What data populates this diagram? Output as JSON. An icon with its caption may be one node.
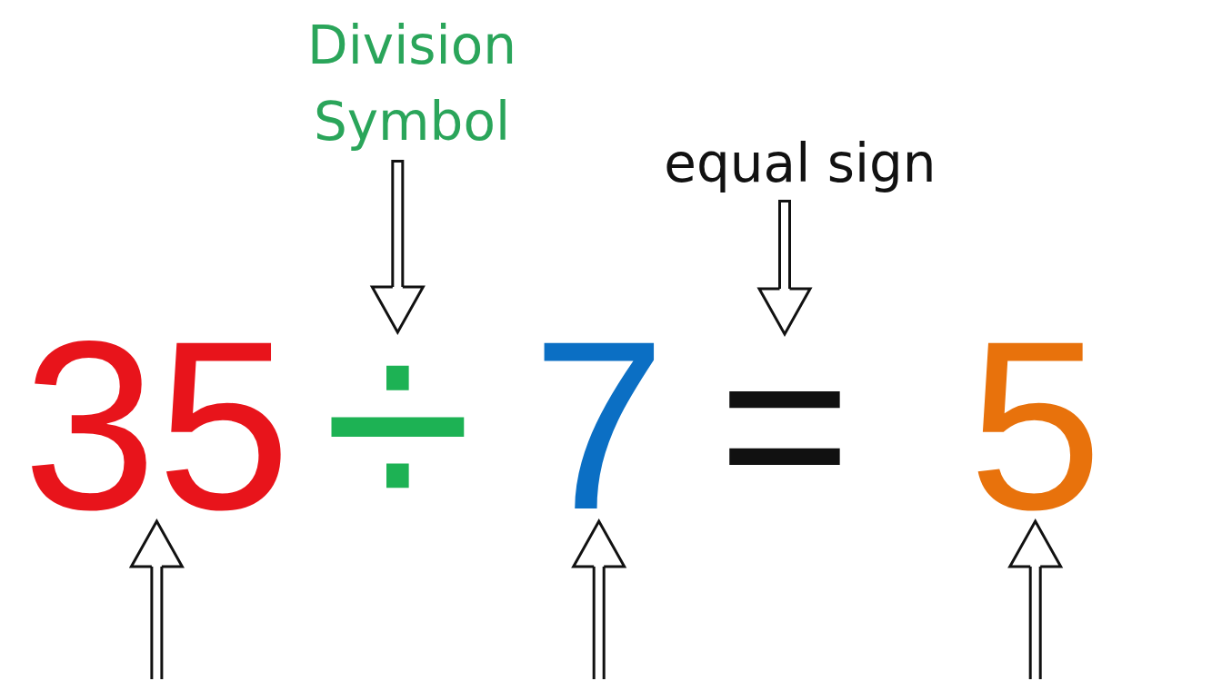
{
  "diagram": {
    "nodes": [
      {
        "text": [
          "Division Symbol"
        ]
      },
      {
        "text": [
          "equal sign"
        ]
      },
      {
        "text": [
          "35"
        ]
      },
      {
        "text": [
          "÷"
        ]
      },
      {
        "text": [
          "7"
        ]
      },
      {
        "text": [
          "="
        ]
      },
      {
        "text": [
          "5"
        ]
      }
    ],
    "edges": [
      {
        "from": 0,
        "to": 3,
        "arrow": "to"
      },
      {
        "from": 1,
        "to": 5,
        "arrow": "to"
      },
      {
        "from": null,
        "to": 2,
        "arrow": "to"
      },
      {
        "from": null,
        "to": 4,
        "arrow": "to"
      },
      {
        "from": null,
        "to": 6,
        "arrow": "to"
      }
    ]
  }
}
